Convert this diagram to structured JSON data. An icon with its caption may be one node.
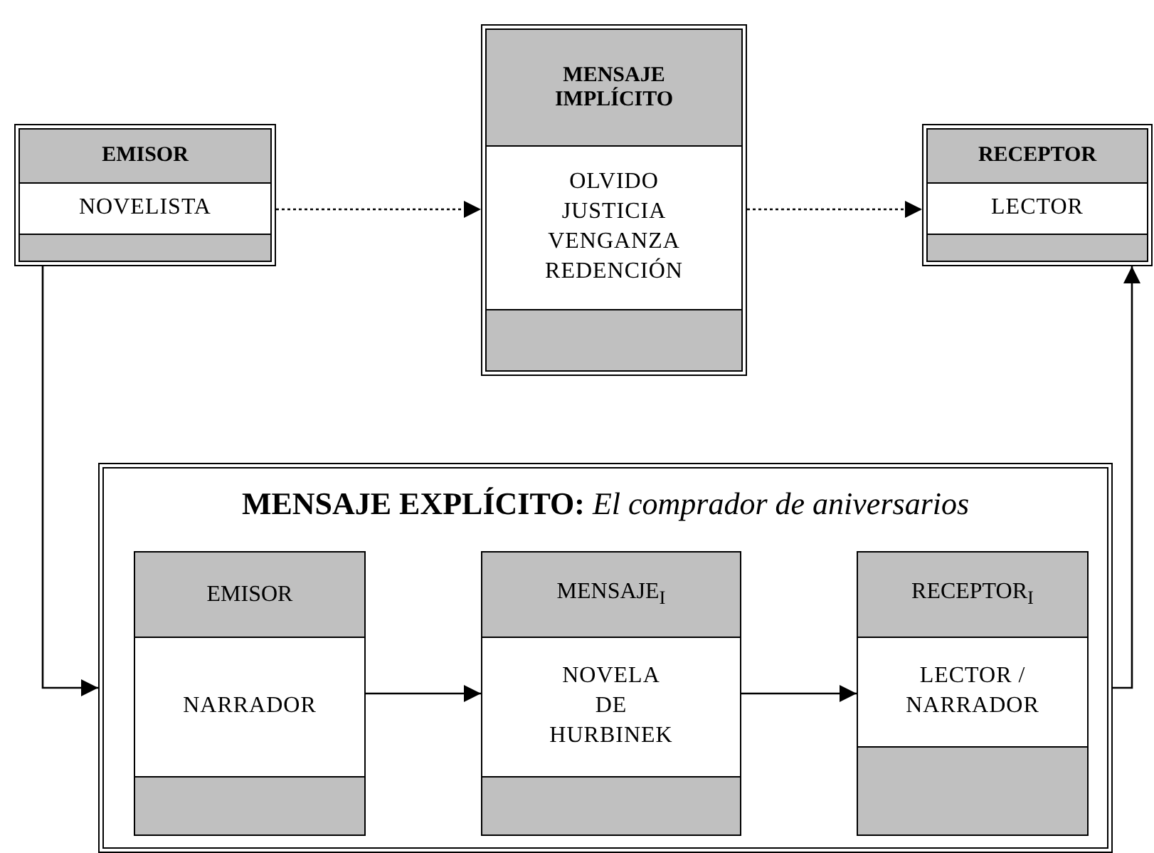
{
  "diagram": {
    "nodes": [
      {
        "text": [
          "EMISOR",
          "NOVELISTA"
        ]
      },
      {
        "text": [
          "MENSAJE IMPLÍCITO",
          "OLVIDO JUSTICIA VENGANZA REDENCIÓN"
        ]
      },
      {
        "text": [
          "RECEPTOR",
          "LECTOR"
        ]
      },
      {
        "text": [
          "**MENSAJE EXPLÍCITO:** *El comprador de aniversarios*"
        ]
      },
      {
        "text": [
          "EMISOR",
          "NARRADOR"
        ],
        "in": 3
      },
      {
        "text": [
          "MENSAJE$_{I}$",
          "NOVELA DE HURBINEK"
        ],
        "in": 3
      },
      {
        "text": [
          "RECEPTOR$_{I}$",
          "LECTOR / NARRADOR"
        ],
        "in": 3
      }
    ],
    "edges": [
      {
        "from": 0,
        "to": 1,
        "arrow": "to",
        "style": "dashed"
      },
      {
        "from": 1,
        "to": 2,
        "arrow": "to",
        "style": "dashed"
      },
      {
        "from": 0,
        "to": 3,
        "arrow": "to"
      },
      {
        "from": 4,
        "to": 5,
        "arrow": "to"
      },
      {
        "from": 5,
        "to": 6,
        "arrow": "to"
      },
      {
        "from": 3,
        "to": 2,
        "arrow": "to"
      }
    ]
  }
}
